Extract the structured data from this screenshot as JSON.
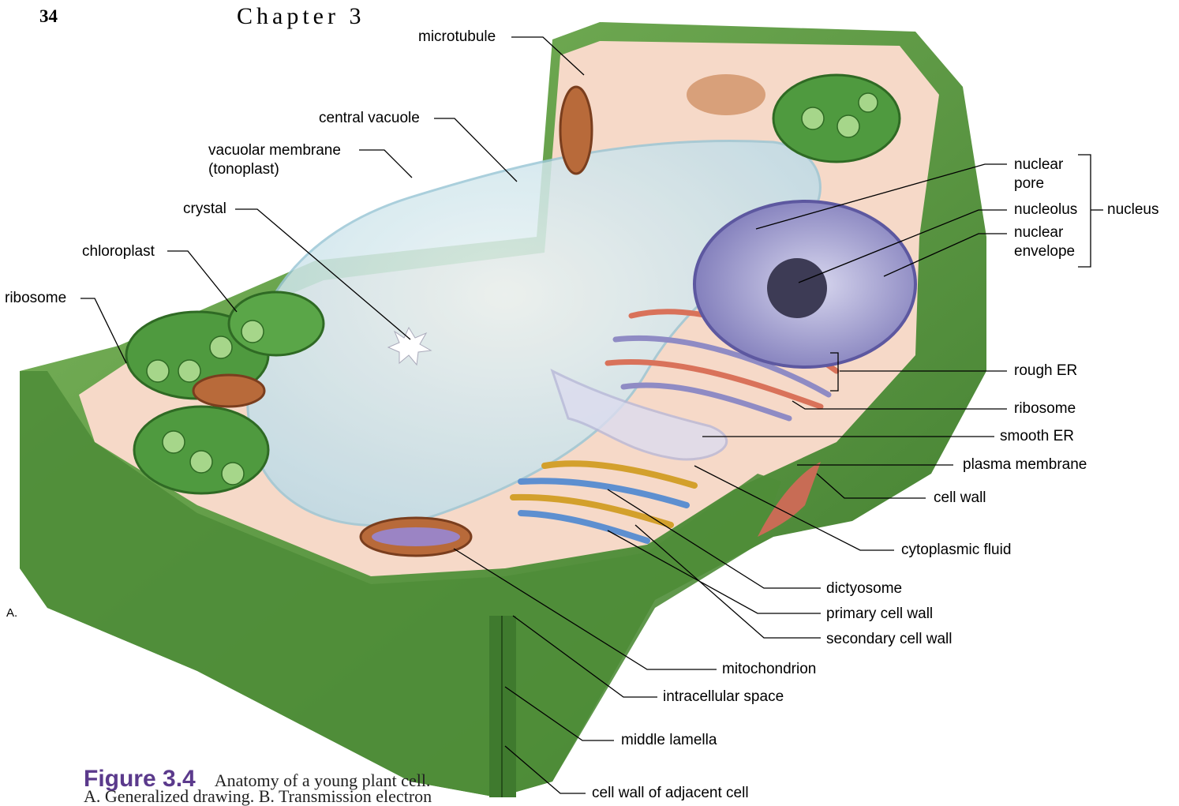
{
  "page": {
    "number": "34",
    "chapter": "Chapter 3"
  },
  "panel_label": "A.",
  "caption": {
    "figure": "Figure 3.4",
    "line1": "Anatomy of a young plant cell.",
    "line2": "A. Generalized drawing. B. Transmission electron"
  },
  "labels": {
    "microtubule": "microtubule",
    "central_vacuole": "central vacuole",
    "vacuolar_membrane": "vacuolar membrane",
    "tonoplast": "(tonoplast)",
    "crystal": "crystal",
    "chloroplast": "chloroplast",
    "ribosome_left": "ribosome",
    "nuclear_pore_1": "nuclear",
    "nuclear_pore_2": "pore",
    "nucleolus": "nucleolus",
    "nucleus": "nucleus",
    "nuclear_envelope_1": "nuclear",
    "nuclear_envelope_2": "envelope",
    "rough_er": "rough ER",
    "ribosome_right": "ribosome",
    "smooth_er": "smooth ER",
    "plasma_membrane": "plasma membrane",
    "cell_wall": "cell wall",
    "cytoplasmic_fluid": "cytoplasmic fluid",
    "dictyosome": "dictyosome",
    "primary_cell_wall": "primary cell wall",
    "secondary_cell_wall": "secondary cell wall",
    "mitochondrion": "mitochondrion",
    "intracellular_space": "intracellular space",
    "middle_lamella": "middle lamella",
    "cell_wall_adjacent": "cell wall of adjacent cell"
  },
  "colors": {
    "cell_wall": "#5f9a45",
    "cell_wall_dark": "#3f7a2e",
    "cytoplasm": "#f6d9c8",
    "vacuole": "#c9e2ea",
    "nucleus": "#8f8bc4",
    "chloroplast": "#4f9a3f",
    "mitochondria": "#b86a3a",
    "er": "#d9725a",
    "dictyosome": "#d3a02c",
    "caption_accent": "#5b3a8c"
  }
}
